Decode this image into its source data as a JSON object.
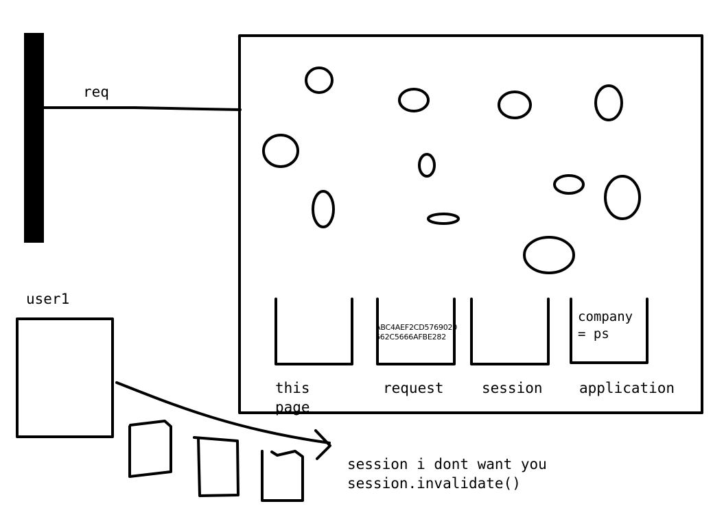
{
  "labels": {
    "req": "req",
    "user": "user1",
    "this_page": "this\npage",
    "request": "request",
    "session": "session",
    "application": "application",
    "request_content": "ABC4AEF2CD5769020\n662C5666AFBE282",
    "application_content": "company\n= ps",
    "note": "session i dont want you\nsession.invalidate()"
  }
}
